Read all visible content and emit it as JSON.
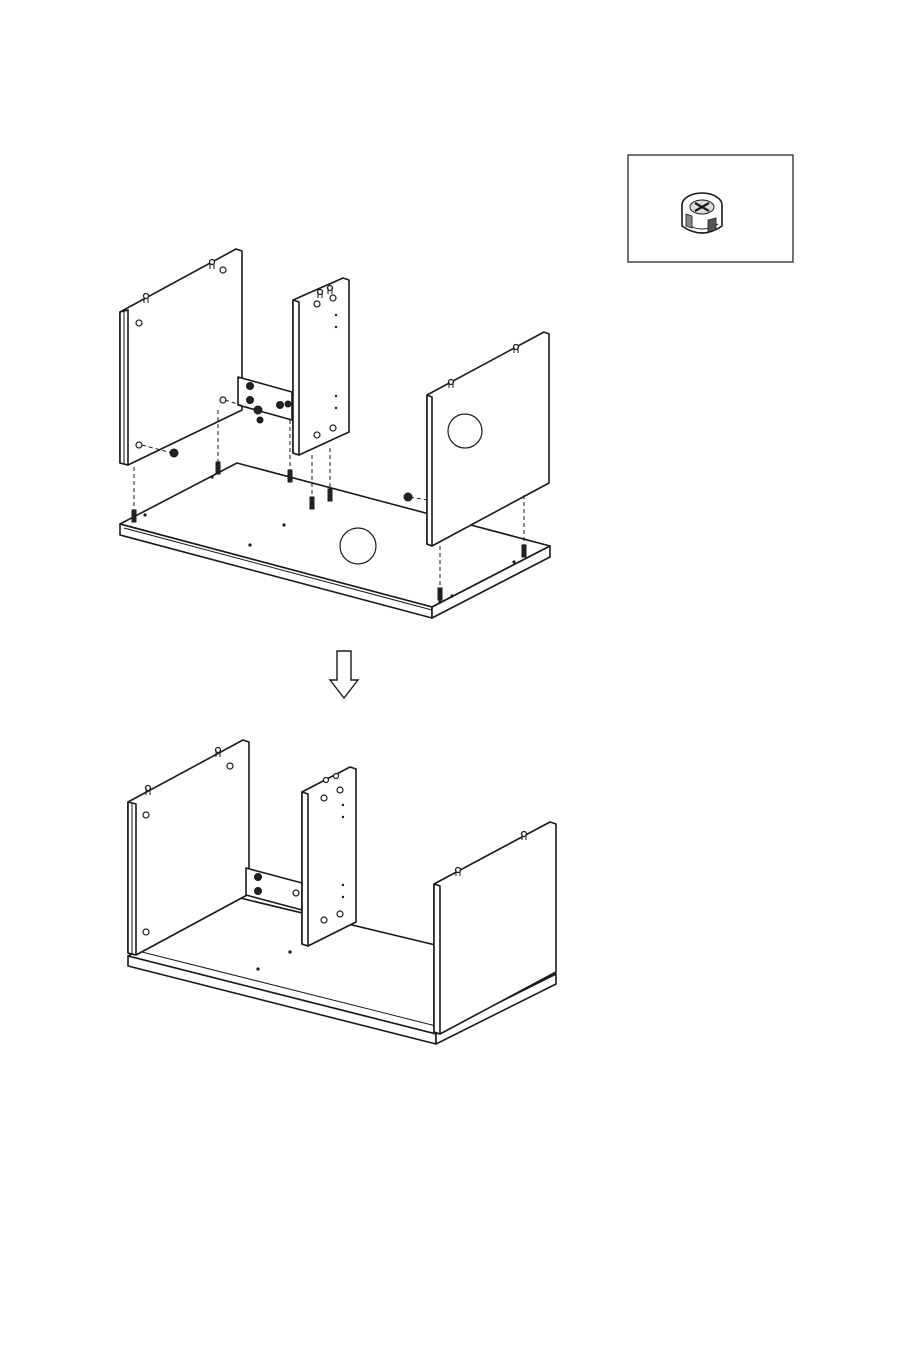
{
  "diagram": {
    "step_parts": [
      {
        "id": "side-panel-left"
      },
      {
        "id": "center-divider"
      },
      {
        "id": "side-panel-right"
      },
      {
        "id": "bottom-panel"
      }
    ],
    "callout": {
      "part": "cam-lock-fitting"
    },
    "transition": {
      "icon": "arrow-down-icon"
    },
    "result": {
      "id": "assembled-carcass"
    },
    "panel_markers": [
      {
        "id": "marker-right-panel",
        "label": ""
      },
      {
        "id": "marker-bottom-panel",
        "label": ""
      }
    ]
  }
}
